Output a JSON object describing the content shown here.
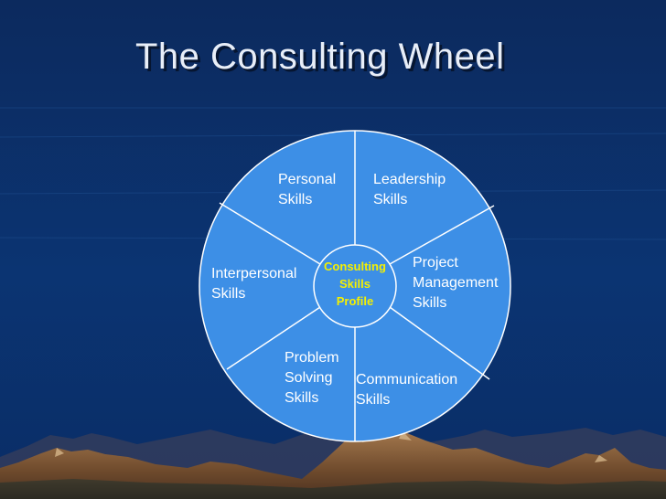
{
  "slide": {
    "title": "The Consulting Wheel"
  },
  "wheel": {
    "center": "Consulting\nSkills\nProfile",
    "segments": [
      {
        "label": "Personal\nSkills"
      },
      {
        "label": "Leadership\nSkills"
      },
      {
        "label": "Project\nManagement\nSkills"
      },
      {
        "label": "Communication\nSkills"
      },
      {
        "label": "Problem\nSolving\nSkills"
      },
      {
        "label": "Interpersonal\nSkills"
      }
    ],
    "colors": {
      "fill": "#3d8fe6",
      "center_text": "#f5f000",
      "lines": "#ffffff"
    }
  }
}
